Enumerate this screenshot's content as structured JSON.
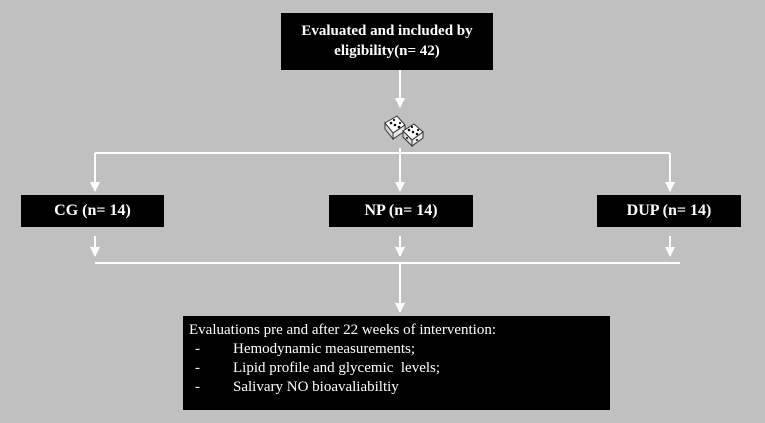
{
  "top_box": {
    "line1": "Evaluated and included by",
    "line2": "eligibility(n= 42)"
  },
  "groups": [
    {
      "label": "CG (n= 14)"
    },
    {
      "label": "NP (n= 14)"
    },
    {
      "label": "DUP (n= 14)"
    }
  ],
  "evaluation": {
    "title": "Evaluations pre and after 22 weeks of intervention:",
    "items": [
      {
        "bullet": "-",
        "text": "Hemodynamic measurements;"
      },
      {
        "bullet": "-",
        "text": "Lipid profile and glycemic  levels;"
      },
      {
        "bullet": "-",
        "text": "Salivary NO bioavaliabiltiy"
      }
    ]
  },
  "icons": {
    "randomization": "dice-icon"
  },
  "colors": {
    "background": "#c0c0c0",
    "box": "#000000",
    "line": "#ffffff"
  }
}
